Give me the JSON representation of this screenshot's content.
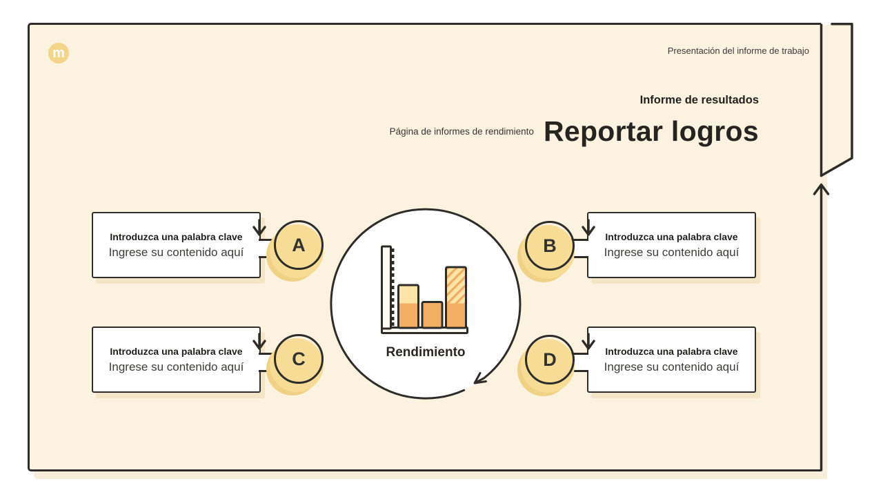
{
  "header": {
    "logo_letter": "m",
    "note": "Presentación del informe de trabajo"
  },
  "titles": {
    "kicker": "Informe de resultados",
    "side_label": "Página de informes de rendimiento",
    "main": "Reportar logros"
  },
  "center": {
    "label": "Rendimiento"
  },
  "items": [
    {
      "letter": "A",
      "keyword": "Introduzca una palabra clave",
      "content": "Ingrese su contenido aquí"
    },
    {
      "letter": "B",
      "keyword": "Introduzca una palabra clave",
      "content": "Ingrese su contenido aquí"
    },
    {
      "letter": "C",
      "keyword": "Introduzca una palabra clave",
      "content": "Ingrese su contenido aquí"
    },
    {
      "letter": "D",
      "keyword": "Introduzca una palabra clave",
      "content": "Ingrese su contenido aquí"
    }
  ],
  "icons": {
    "logo": "m-logo-icon",
    "center_illustration": "bar-chart-icon",
    "item_pointer": "down-arrow-icon",
    "frame_pointer": "up-arrow-icon",
    "cycle": "circular-arrow-icon",
    "fold": "page-fold-ribbon"
  },
  "colors": {
    "page_bg": "#FFFFFF",
    "slide_bg": "#FBF3DF",
    "ink": "#2E2C29",
    "badge_yellow": "#F7DC96",
    "badge_shadow": "#F0D287",
    "bar_light": "#FBE4A6",
    "bar_orange": "#F2AF63",
    "logo_yellow": "#F3D489"
  }
}
